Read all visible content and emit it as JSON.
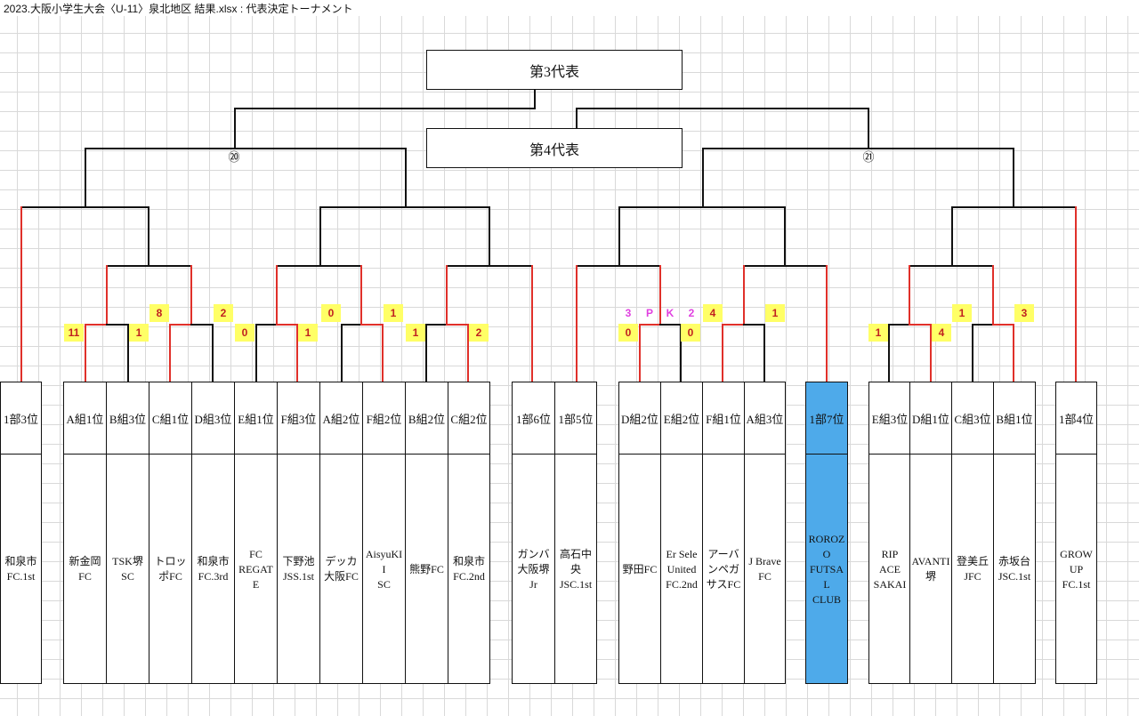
{
  "window": {
    "title": "2023.大阪小学生大会〈U-11〉泉北地区 結果.xlsx : 代表決定トーナメント"
  },
  "headers": {
    "third": "第3代表",
    "fourth": "第4代表"
  },
  "match_numbers": {
    "left": "⑳",
    "right": "㉑"
  },
  "scores": [
    "11",
    "1",
    "8",
    "2",
    "0",
    "1",
    "0",
    "1",
    "1",
    "2",
    "0",
    "0",
    "4",
    "1",
    "1",
    "4",
    "1",
    "3"
  ],
  "pk": [
    "3",
    "P",
    "K",
    "2"
  ],
  "teams": [
    {
      "rank": "1部3位",
      "name": "和泉市\nFC.1st"
    },
    {
      "rank": "A組1位",
      "name": "新金岡\nFC"
    },
    {
      "rank": "B組3位",
      "name": "TSK堺\nSC"
    },
    {
      "rank": "C組1位",
      "name": "トロッ\nポFC"
    },
    {
      "rank": "D組3位",
      "name": "和泉市\nFC.3rd"
    },
    {
      "rank": "E組1位",
      "name": "FC\nREGATE"
    },
    {
      "rank": "F組3位",
      "name": "下野池\nJSS.1st"
    },
    {
      "rank": "A組2位",
      "name": "デッカ\n大阪FC"
    },
    {
      "rank": "F組2位",
      "name": "AisyuKII\nSC"
    },
    {
      "rank": "B組2位",
      "name": "熊野FC"
    },
    {
      "rank": "C組2位",
      "name": "和泉市\nFC.2nd"
    },
    {
      "rank": "1部6位",
      "name": "ガンバ\n大阪堺\nJr"
    },
    {
      "rank": "1部5位",
      "name": "高石中\n央\nJSC.1st"
    },
    {
      "rank": "D組2位",
      "name": "野田FC"
    },
    {
      "rank": "E組2位",
      "name": "Er Sele\nUnited\nFC.2nd"
    },
    {
      "rank": "F組1位",
      "name": "アーバ\nンペガ\nサスFC"
    },
    {
      "rank": "A組3位",
      "name": "J Brave\nFC"
    },
    {
      "rank": "1部7位",
      "name": "ROROZO\nFUTSAL\nCLUB"
    },
    {
      "rank": "E組3位",
      "name": "RIP\nACE\nSAKAI"
    },
    {
      "rank": "D組1位",
      "name": "AVANTI\n堺"
    },
    {
      "rank": "C組3位",
      "name": "登美丘\nJFC"
    },
    {
      "rank": "B組1位",
      "name": "赤坂台\nJSC.1st"
    },
    {
      "rank": "1部4位",
      "name": "GROW\nUP\nFC.1st"
    }
  ],
  "colors": {
    "winner_line": "#e0302a",
    "score_bg": "#ffff66",
    "score_text": "#c02020",
    "pk_text": "#e040e0",
    "highlight": "#4eaaea",
    "grid": "#d9d9d9"
  }
}
